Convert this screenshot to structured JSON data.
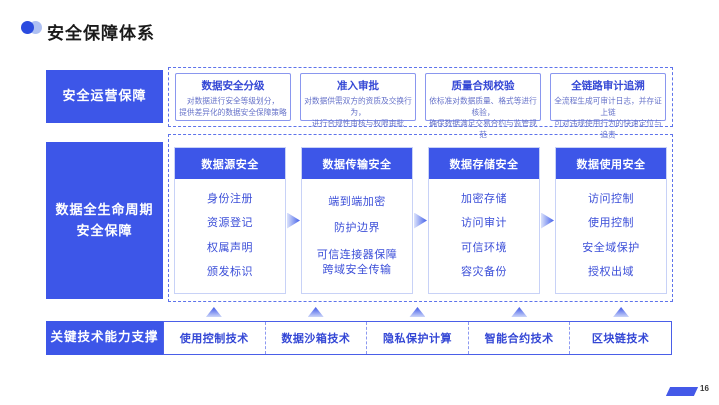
{
  "slide": {
    "title": "安全保障体系",
    "page_number": "16"
  },
  "icons": {
    "title_bullet": "overlapping-dots-icon",
    "column_flow": "right-arrow-icon",
    "tech_support": "up-arrow-icon",
    "page_marker": "parallelogram-bar-icon"
  },
  "colors": {
    "primary_blue": "#3D56E8",
    "dark_dot": "#2B4BDF",
    "light_dot": "#AEC0F2",
    "item_text": "#3B4ED8",
    "desc_text": "#6672C9",
    "dashed_border": "#5E73EB"
  },
  "operations": {
    "label": "安全运营保障",
    "cards": [
      {
        "title": "数据安全分级",
        "desc": "对数据进行安全等级划分，\n提供差异化的数据安全保障策略"
      },
      {
        "title": "准入审批",
        "desc": "对数据供需双方的资质及交换行为，\n进行合规性审核与权限审批"
      },
      {
        "title": "质量合规校验",
        "desc": "依标准对数据质量、格式等进行核验，\n确保数据满足交易合约与监管规范"
      },
      {
        "title": "全链路审计追溯",
        "desc": "全流程生成可审计日志，并存证上链\n可对违规使用行为的快速定位与追责"
      }
    ]
  },
  "lifecycle": {
    "label": "数据全生命周期\n安全保障",
    "columns": [
      {
        "header": "数据源安全",
        "items": [
          "身份注册",
          "资源登记",
          "权属声明",
          "颁发标识"
        ]
      },
      {
        "header": "数据传输安全",
        "items": [
          "端到端加密",
          "防护边界",
          "可信连接器保障\n跨域安全传输"
        ]
      },
      {
        "header": "数据存储安全",
        "items": [
          "加密存储",
          "访问审计",
          "可信环境",
          "容灾备份"
        ]
      },
      {
        "header": "数据使用安全",
        "items": [
          "访问控制",
          "使用控制",
          "安全域保护",
          "授权出域"
        ]
      }
    ]
  },
  "technologies": {
    "label": "关键技术能力支撑",
    "items": [
      "使用控制技术",
      "数据沙箱技术",
      "隐私保护计算",
      "智能合约技术",
      "区块链技术"
    ]
  }
}
